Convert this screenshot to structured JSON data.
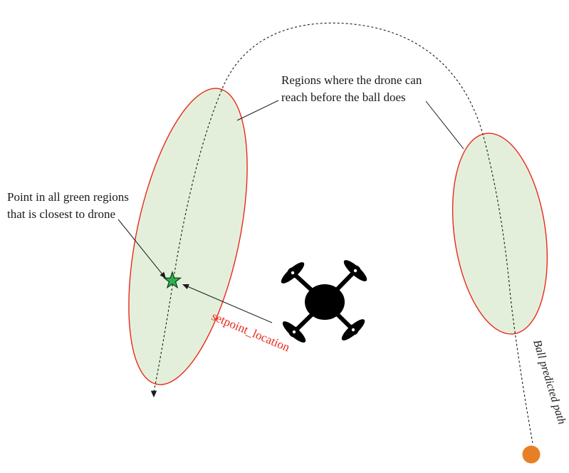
{
  "labels": {
    "regions_line1": "Regions where the drone can",
    "regions_line2": "reach before the ball does",
    "closest_line1": "Point in all green regions",
    "closest_line2": "that is closest to drone",
    "setpoint": "setpoint_location",
    "ball_path": "Ball predicted path"
  },
  "colors": {
    "region_fill": "#e4efdb",
    "region_stroke": "#e8291c",
    "path_color": "#1a1a1a",
    "text_color": "#1a1a1a",
    "star_fill": "#2fae4e",
    "star_stroke": "#063f1a",
    "ball_fill": "#e87f27",
    "setpoint_label_color": "#e8291c",
    "drone_color": "#000000"
  }
}
